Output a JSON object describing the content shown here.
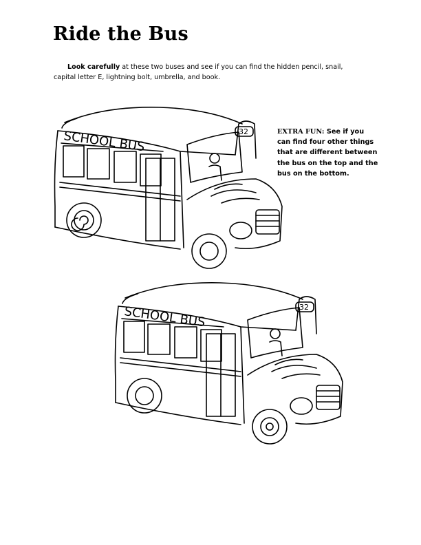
{
  "page": {
    "title": "Ride the Bus",
    "intro": {
      "lead": "Look carefully",
      "text": " at these two buses and see if you can find the hidden pencil, snail, capital letter E, lightning bolt, umbrella, and book."
    },
    "extra_fun": {
      "lead": "EXTRA FUN:",
      "text": " See if you can find four other things that are different between the bus on the top and the bus on the bottom."
    }
  },
  "buses": [
    {
      "sign": "SCHOOL BUS",
      "number": "32"
    },
    {
      "sign": "SCHOOL BUS",
      "number": "32"
    }
  ],
  "colors": {
    "ink": "#000000",
    "paper": "#ffffff"
  }
}
